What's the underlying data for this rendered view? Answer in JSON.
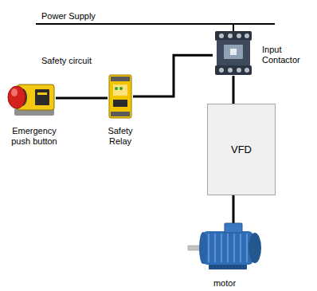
{
  "diagram": {
    "nodes": [
      {
        "text": [
          "Emergency push button"
        ]
      },
      {
        "text": [
          "Safety Relay"
        ]
      },
      {
        "text": [
          "Input Contactor"
        ]
      },
      {
        "text": [
          "VFD"
        ]
      },
      {
        "text": [
          "motor"
        ]
      }
    ],
    "edges": [
      {
        "from": 0,
        "to": 1,
        "arrow": "none"
      },
      {
        "from": 1,
        "to": 2,
        "arrow": "none"
      },
      {
        "from": 2,
        "to": 3,
        "arrow": "none"
      },
      {
        "from": 3,
        "to": 4,
        "arrow": "none"
      }
    ],
    "labels": [
      "Power Supply",
      "Safety circuit"
    ]
  }
}
